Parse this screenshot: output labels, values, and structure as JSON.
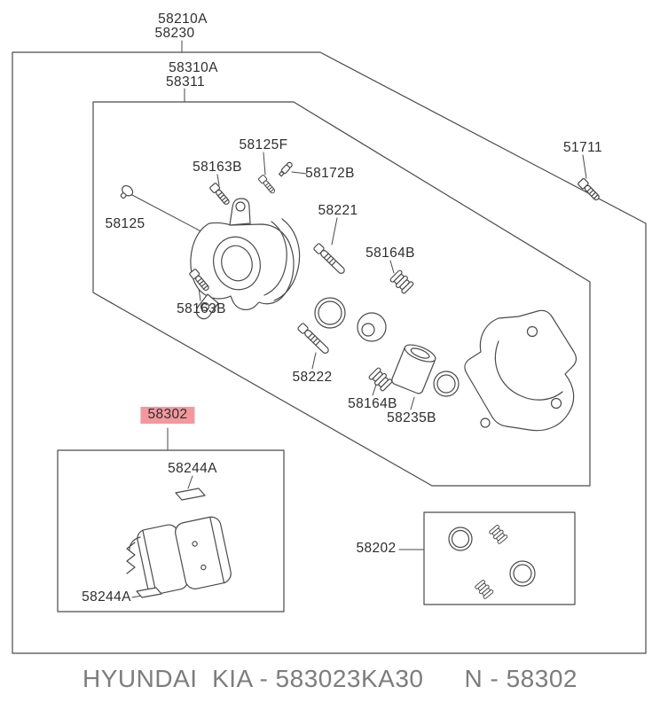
{
  "labels": {
    "assembly_top_1": "58210A",
    "assembly_top_2": "58230",
    "subassembly_1": "58310A",
    "subassembly_2": "58311",
    "bolt_58125F": "58125F",
    "bolt_58163B_upper": "58163B",
    "bleeder_58172B": "58172B",
    "bolt_51711": "51711",
    "cap_58125": "58125",
    "rod_58221": "58221",
    "boot_58164B_upper": "58164B",
    "bolt_58163B_lower": "58163B",
    "rod_58222": "58222",
    "boot_58164B_lower": "58164B",
    "piston_58235B": "58235B",
    "padkit_58302": "58302",
    "shim_58244A_upper": "58244A",
    "shim_58244A_lower": "58244A",
    "sealkit_58202": "58202"
  },
  "footer": {
    "left": "HYUNDAI  KIA - 583023KA30",
    "right": "N - 58302"
  },
  "colors": {
    "highlight": "#f2989e",
    "line": "#4a4a4a",
    "label_text": "#2e2e2e",
    "footer_text": "#7d7d7d"
  }
}
